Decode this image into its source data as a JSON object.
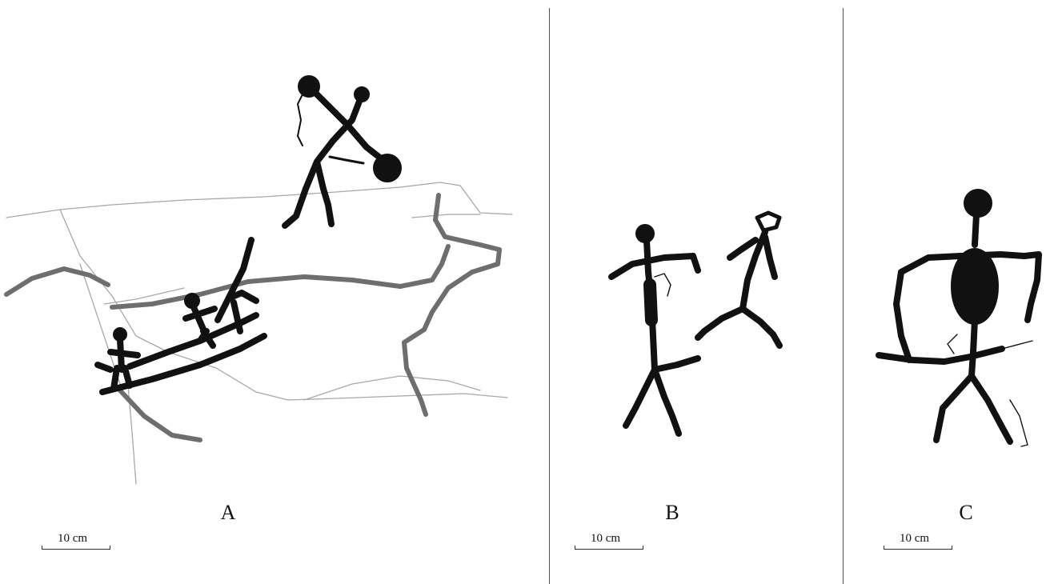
{
  "panels": [
    {
      "label": "A",
      "scale_text": "10 cm"
    },
    {
      "label": "B",
      "scale_text": "10 cm"
    },
    {
      "label": "C",
      "scale_text": "10 cm"
    }
  ],
  "colors": {
    "figure": "#111111",
    "crack": "#a8a8a8",
    "groove": "#6e6e6e",
    "background": "#ffffff"
  }
}
